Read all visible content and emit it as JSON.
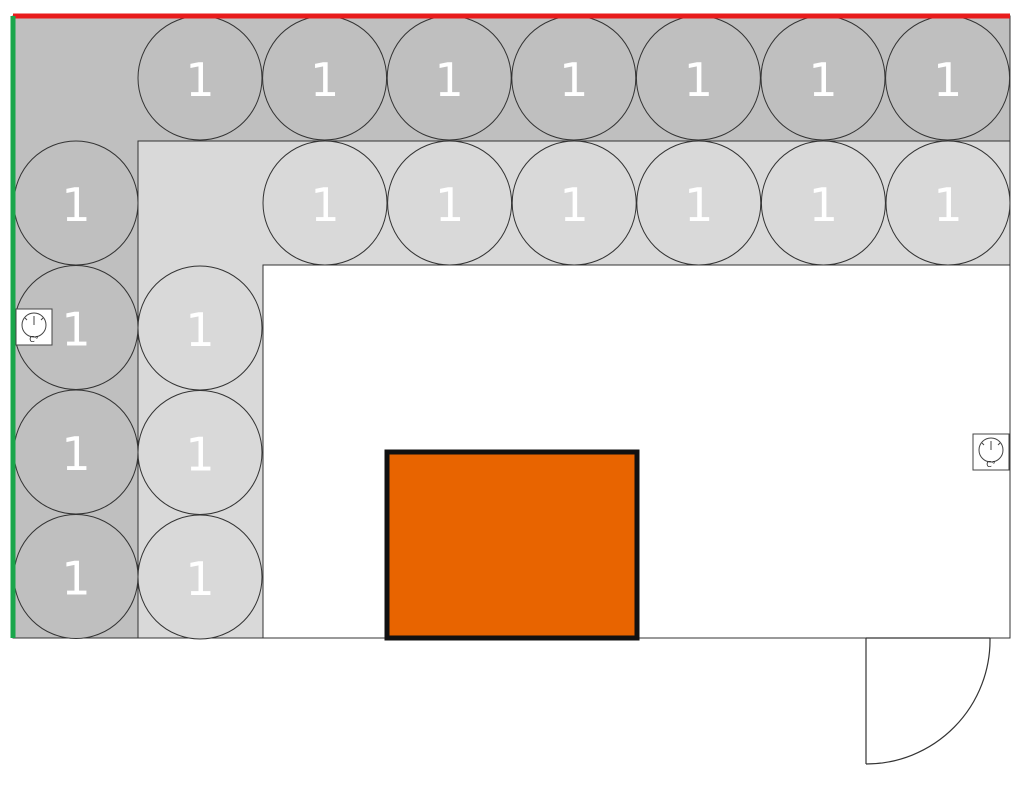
{
  "colors": {
    "outer_zone": "#bfbfbf",
    "inner_zone": "#d9d9d9",
    "floor": "#ffffff",
    "outline": "#333333",
    "top_wall": "#e81c1c",
    "left_wall": "#1aa64b",
    "block": "#e86400",
    "block_border": "#111111"
  },
  "outer_row_top": {
    "items": [
      "1",
      "1",
      "1",
      "1",
      "1",
      "1",
      "1"
    ]
  },
  "inner_row_top": {
    "items": [
      "1",
      "1",
      "1",
      "1",
      "1",
      "1"
    ]
  },
  "outer_col_left": {
    "items": [
      "1",
      "1",
      "1",
      "1"
    ]
  },
  "inner_col_left": {
    "items": [
      "1",
      "1",
      "1"
    ]
  },
  "thermometers": [
    {
      "icon": "thermometer-icon",
      "unit": "C°"
    },
    {
      "icon": "thermometer-icon",
      "unit": "C°"
    }
  ],
  "door": {
    "icon": "door-swing-icon"
  }
}
